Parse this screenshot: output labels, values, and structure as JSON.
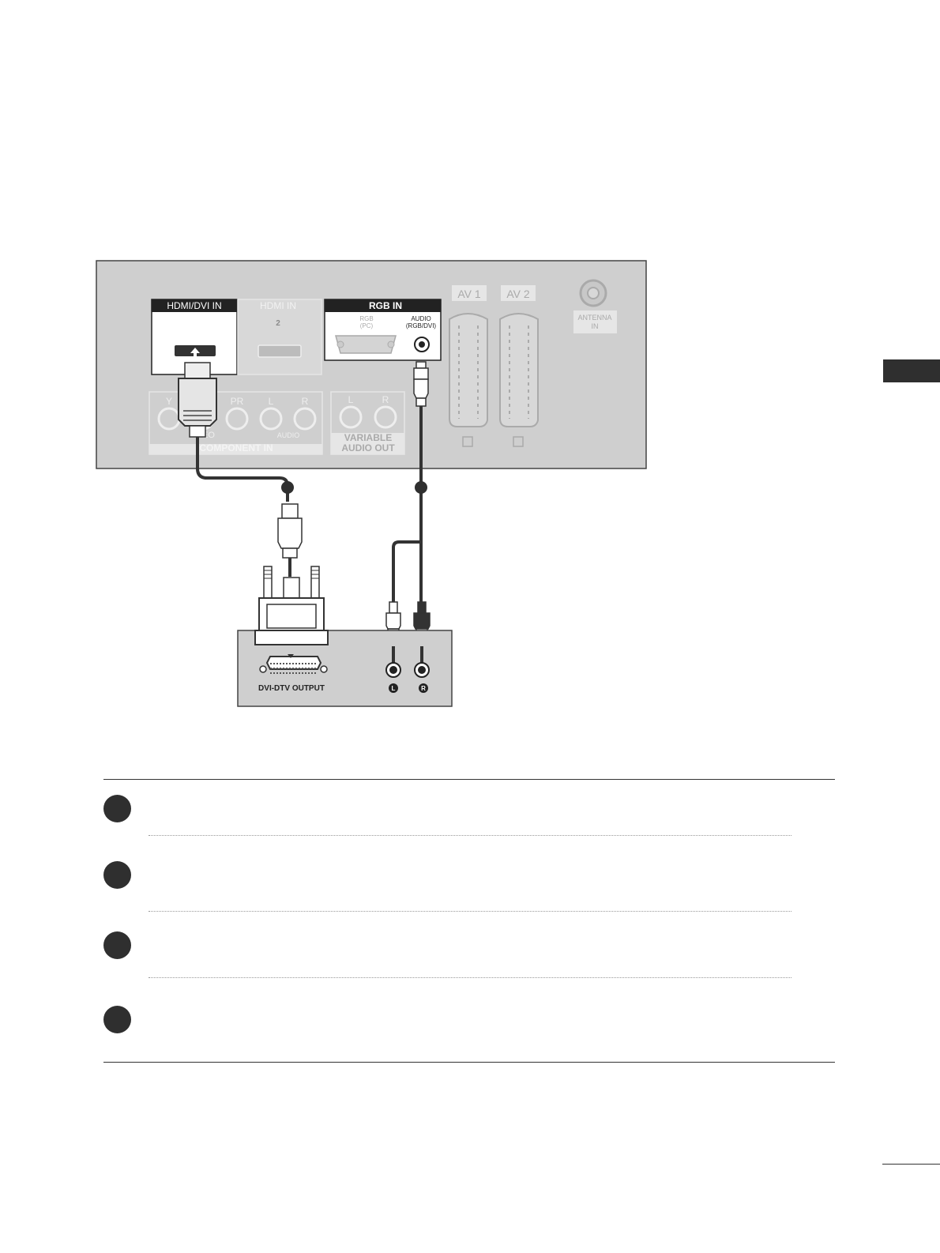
{
  "panel": {
    "hdmi_dvi_in_label": "HDMI/DVI IN",
    "hdmi_in_label": "HDMI IN",
    "hdmi_in_number": "2",
    "rgb_in_label": "RGB IN",
    "rgb_pc_line1": "RGB",
    "rgb_pc_line2": "(PC)",
    "audio_rgb_dvi_line1": "AUDIO",
    "audio_rgb_dvi_line2": "(RGB/DVI)",
    "av1_label": "AV 1",
    "av2_label": "AV 2",
    "antenna_line1": "ANTENNA",
    "antenna_line2": "IN",
    "component": {
      "y": "Y",
      "pr": "PR",
      "l": "L",
      "r": "R",
      "video": "EO",
      "audio": "AUDIO",
      "title": "COMPONENT IN"
    },
    "variable_audio": {
      "l": "L",
      "r": "R",
      "line1": "VARIABLE",
      "line2": "AUDIO OUT"
    }
  },
  "device": {
    "dvi_output_label": "DVI-DTV OUTPUT",
    "left_jack": "L",
    "right_jack": "R"
  },
  "steps": [
    "",
    "",
    "",
    ""
  ]
}
